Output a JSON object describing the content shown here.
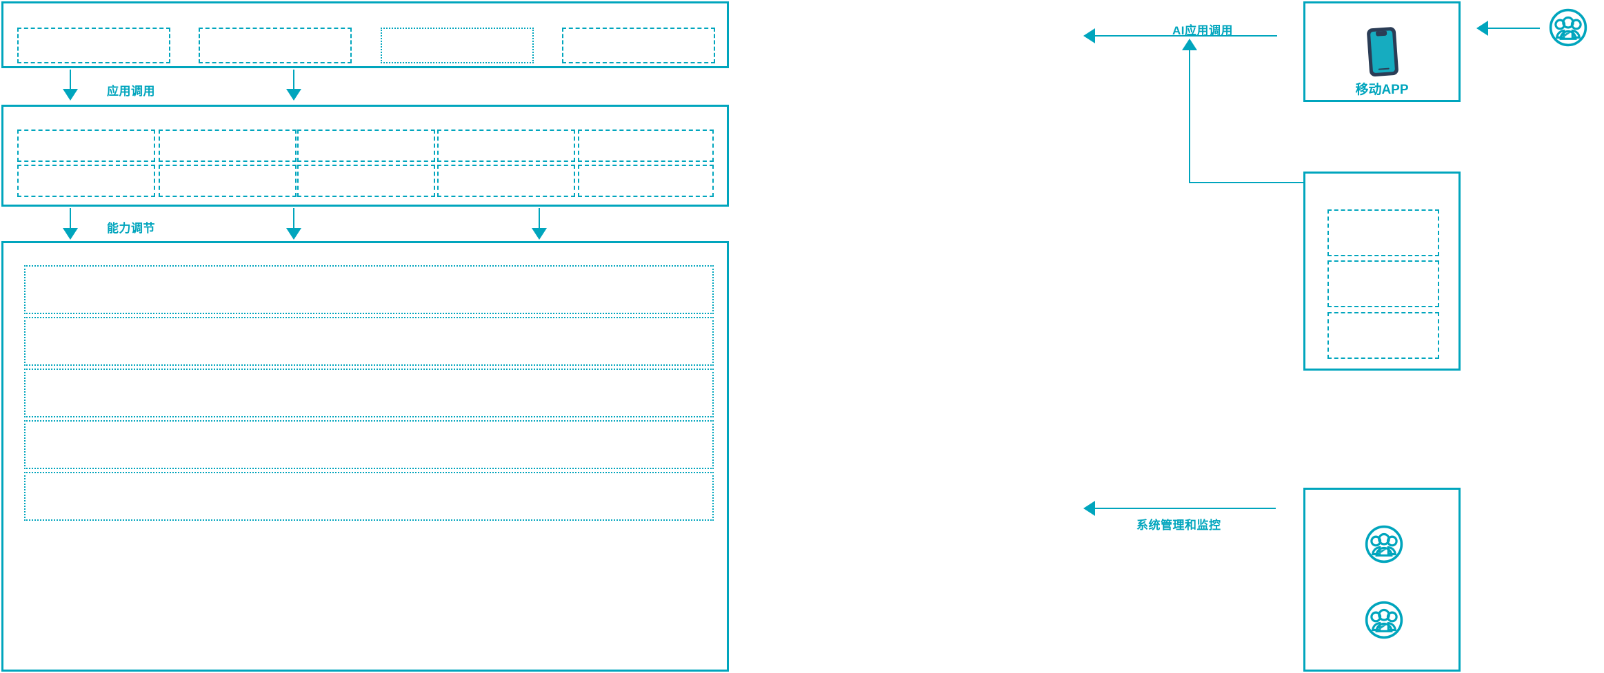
{
  "theme": {
    "accent": "#00a5bd",
    "phone_body": "#2b3d56",
    "phone_screen": "#16acc0",
    "background": "#ffffff"
  },
  "architecture": {
    "layers": [
      {
        "name": "application-layer",
        "slot_count": 4,
        "slots": [
          {
            "label": ""
          },
          {
            "label": ""
          },
          {
            "label": ""
          },
          {
            "label": ""
          }
        ]
      },
      {
        "name": "capability-layer",
        "slot_count": 10,
        "columns": 5,
        "rows": 2,
        "slots": [
          {
            "label": ""
          },
          {
            "label": ""
          },
          {
            "label": ""
          },
          {
            "label": ""
          },
          {
            "label": ""
          },
          {
            "label": ""
          },
          {
            "label": ""
          },
          {
            "label": ""
          },
          {
            "label": ""
          },
          {
            "label": ""
          }
        ]
      },
      {
        "name": "infrastructure-layer",
        "slot_count": 5,
        "slots": [
          {
            "label": ""
          },
          {
            "label": ""
          },
          {
            "label": ""
          },
          {
            "label": ""
          },
          {
            "label": ""
          }
        ]
      }
    ],
    "flow_labels": {
      "app_invoke": "应用调用",
      "capability_adjust": "能力调节",
      "ai_app_invoke": "AI应用调用",
      "system_manage_monitor": "系统管理和监控"
    },
    "right_column": {
      "mobile_app_panel": {
        "name": "mobile-app-panel",
        "label": "移动APP",
        "icon": "mobile-phone-icon"
      },
      "channel_panel": {
        "name": "channel-panel",
        "slot_count": 3,
        "slots": [
          {
            "label": ""
          },
          {
            "label": ""
          },
          {
            "label": ""
          }
        ]
      },
      "operations_panel": {
        "name": "operations-panel",
        "icons": [
          "user-group-icon",
          "user-group-icon"
        ]
      },
      "external_user": {
        "name": "external-user",
        "icon": "user-group-icon"
      }
    }
  }
}
